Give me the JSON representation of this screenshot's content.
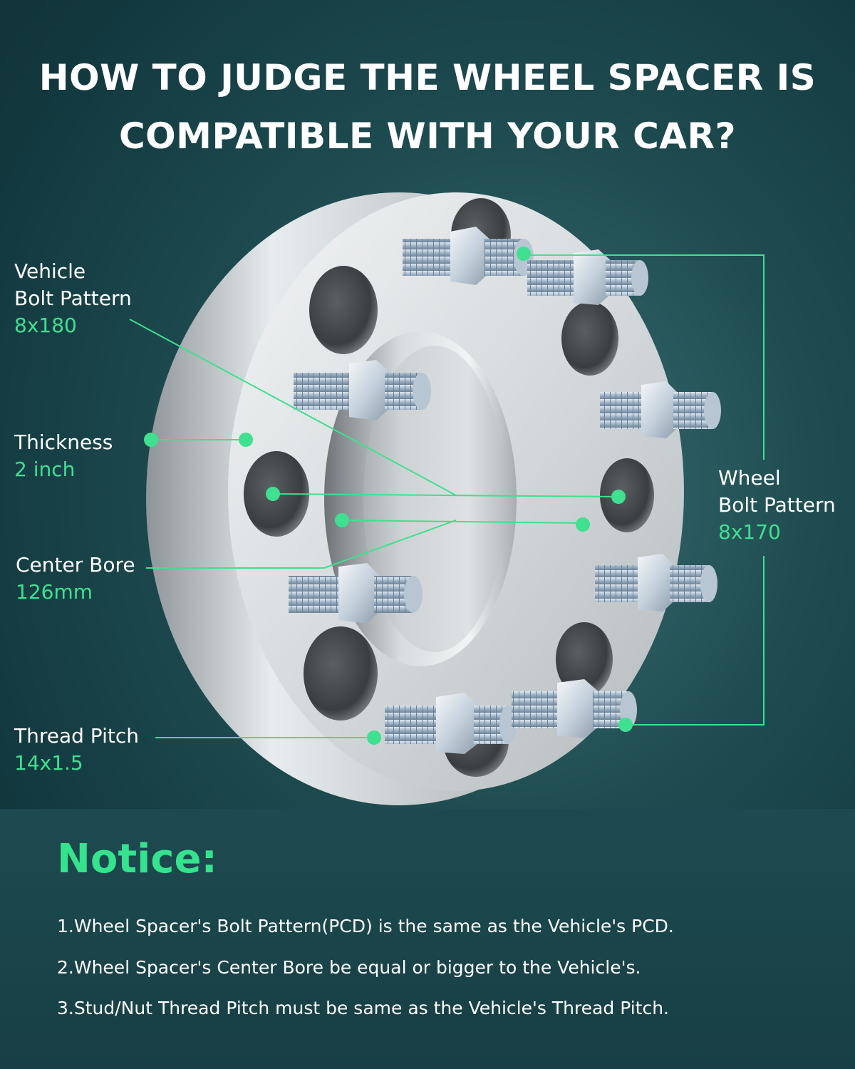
{
  "title": {
    "line1": "HOW TO JUDGE THE WHEEL SPACER IS",
    "line2": "COMPATIBLE WITH YOUR CAR?"
  },
  "labels": {
    "vehicle_bolt_pattern": {
      "line1": "Vehicle",
      "line2": "Bolt Pattern",
      "value": "8x180"
    },
    "thickness": {
      "name": "Thickness",
      "value": "2 inch"
    },
    "center_bore": {
      "name": "Center Bore",
      "value": "126mm"
    },
    "thread_pitch": {
      "name": "Thread Pitch",
      "value": "14x1.5"
    },
    "wheel_bolt_pattern": {
      "line1": "Wheel",
      "line2": "Bolt Pattern",
      "value": "8x170"
    }
  },
  "notice": {
    "title": "Notice:",
    "items": [
      "1.Wheel Spacer's Bolt Pattern(PCD) is the same as the Vehicle's PCD.",
      "2.Wheel Spacer's Center Bore be equal or bigger to the Vehicle's.",
      "3.Stud/Nut Thread Pitch must be same as the Vehicle's Thread Pitch."
    ]
  },
  "colors": {
    "accent_green": "#3fe08f",
    "background": "#1f4d52",
    "text": "#ffffff"
  }
}
